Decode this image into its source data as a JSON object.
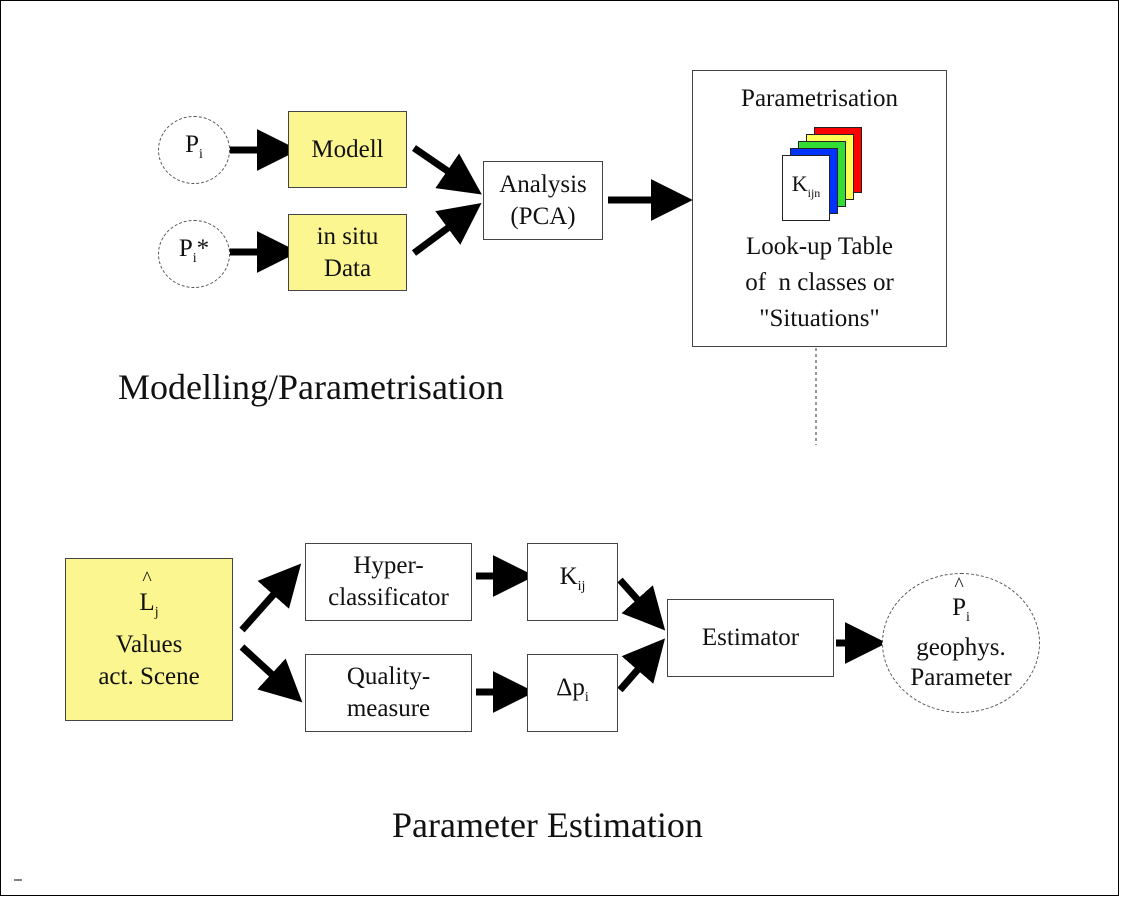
{
  "sections": {
    "top_title": "Modelling/Parametrisation",
    "bottom_title": "Parameter Estimation"
  },
  "nodes": {
    "pi": {
      "base": "P",
      "sub": "i"
    },
    "pi_star": {
      "base": "P",
      "sub": "i",
      "suffix": "*"
    },
    "modell": {
      "label": "Modell"
    },
    "in_situ": {
      "line1": "in situ",
      "line2": "Data"
    },
    "analysis": {
      "line1": "Analysis",
      "line2": "(PCA)"
    },
    "parametrisation": {
      "title": "Parametrisation",
      "k_base": "K",
      "k_sub": "ijn",
      "line1": "Look-up Table",
      "line2": "of  n classes or",
      "line3": "\"Situations\""
    },
    "l_values": {
      "base": "L",
      "sub": "j",
      "line1": "Values",
      "line2": "act. Scene"
    },
    "hyper": {
      "line1": "Hyper-",
      "line2": "classificator"
    },
    "quality": {
      "line1": "Quality-",
      "line2": "measure"
    },
    "kij": {
      "base": "K",
      "sub": "ij"
    },
    "dpi": {
      "base": "Δp",
      "sub": "i"
    },
    "estimator": {
      "label": "Estimator"
    },
    "p_hat": {
      "base": "P",
      "sub": "i",
      "line1": "geophys.",
      "line2": "Parameter"
    }
  },
  "colors": {
    "input_fill": "#fbf68f",
    "sheet_colors": [
      "#ff0000",
      "#ffff55",
      "#33dd33",
      "#0033ff",
      "#ffffff"
    ]
  }
}
